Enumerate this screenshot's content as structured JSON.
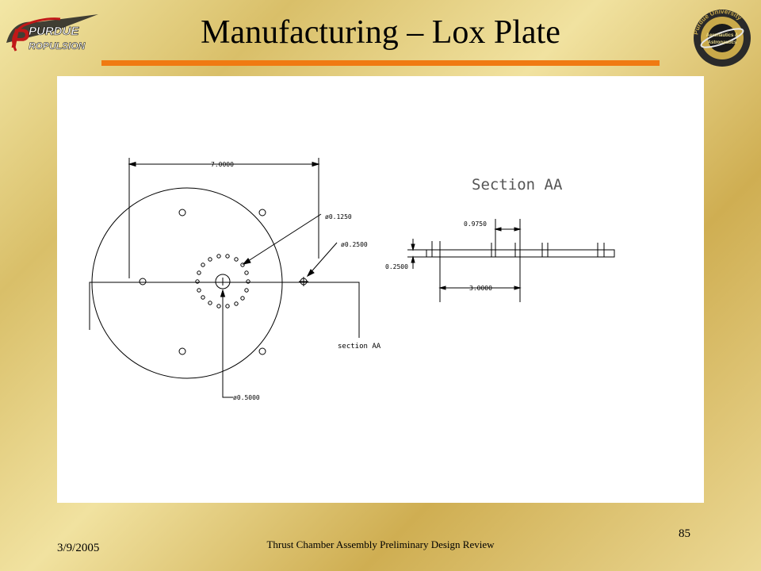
{
  "slide": {
    "title": "Manufacturing – Lox Plate",
    "date": "3/9/2005",
    "footer_title": "Thrust Chamber Assembly Preliminary Design Review",
    "page_number": "85",
    "title_bar_color": "#f07a12"
  },
  "logos": {
    "left": {
      "text_line1": "PURDUE",
      "text_line2": "ROPULSION",
      "initial": "P"
    },
    "right": {
      "text_top": "Purdue University",
      "text_mid": "Aeronautics &",
      "text_bottom": "Astronautics"
    }
  },
  "drawing": {
    "width_dim": "7.0000",
    "hole_small_dim": "ø0.1250",
    "hole_outer_dim": "ø0.2500",
    "center_hole_dim": "ø0.5000",
    "section_cut_label": "section AA",
    "section_title": "Section AA",
    "section_offset_dim": "0.9750",
    "section_thickness_dim": "0.2500",
    "section_span_dim": "3.0000"
  }
}
